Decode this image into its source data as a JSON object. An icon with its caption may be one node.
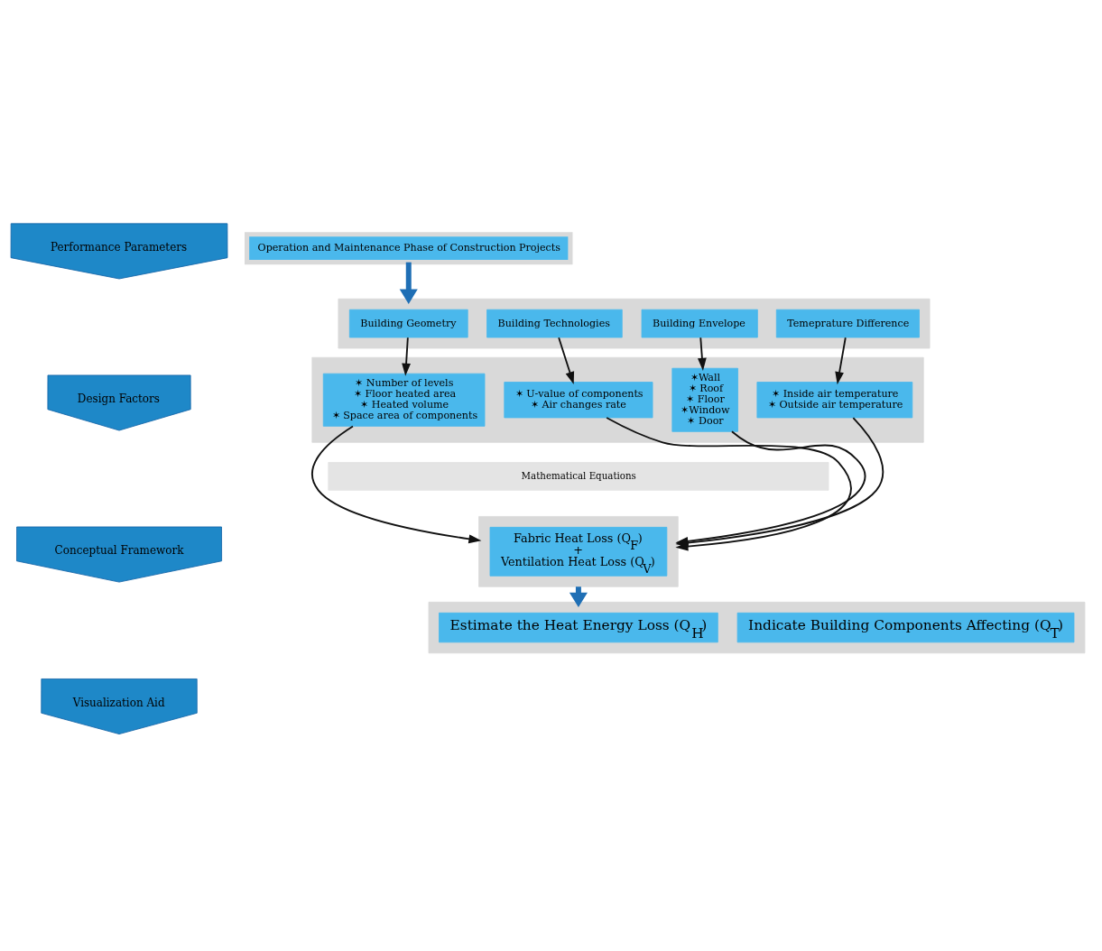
{
  "diagram": {
    "nodes": [
      {
        "text": [
          "Operation and Maintenance Phase of Construction Projects"
        ]
      },
      {
        "text": [],
        "shape": "box"
      },
      {
        "text": [
          "Building Geometry"
        ],
        "in": 1
      },
      {
        "text": [
          "Building Technologies"
        ],
        "in": 1
      },
      {
        "text": [
          "Building Envelope"
        ],
        "in": 1
      },
      {
        "text": [
          "Temeprature Difference"
        ],
        "in": 1
      },
      {
        "text": [],
        "shape": "box"
      },
      {
        "text": [
          "✶ Number of levels",
          "✶ Floor heated area",
          "✶ Heated volume",
          "✶ Space area of components"
        ],
        "in": 6
      },
      {
        "text": [
          "✶ U-value of components",
          "✶ Air changes rate"
        ],
        "in": 6
      },
      {
        "text": [
          "✶Wall",
          "✶ Roof",
          "✶ Floor",
          "✶Window",
          "✶ Door"
        ],
        "in": 6
      },
      {
        "text": [
          "✶ Inside air temperature",
          "✶ Outside air temperature"
        ],
        "in": 6
      },
      {
        "text": [
          "Mathematical Equations"
        ]
      },
      {
        "text": [],
        "shape": "box"
      },
      {
        "text": [
          "Fabric Heat Loss (Q$_{F}$)",
          "+",
          "Ventilation Heat Loss (Q$_{V}$)"
        ],
        "in": 12
      },
      {
        "text": [],
        "shape": "box"
      },
      {
        "text": [
          "Estimate the Heat Energy Loss (Q$_{H}$)"
        ],
        "in": 14
      },
      {
        "text": [
          "Indicate Building Components Affecting (Q$_{T}$)"
        ],
        "in": 14
      },
      {
        "text": [
          "Performance Parameters"
        ]
      },
      {
        "text": [
          "Design Factors"
        ]
      },
      {
        "text": [
          "Conceptual Framework"
        ]
      },
      {
        "text": [
          "Visualization Aid"
        ]
      }
    ],
    "edges": [
      {
        "from": 0,
        "to": 1,
        "arrow": "to",
        "style": "thick",
        "color": "#1f6fb5"
      },
      {
        "from": 2,
        "to": 7,
        "arrow": "to"
      },
      {
        "from": 3,
        "to": 8,
        "arrow": "to"
      },
      {
        "from": 4,
        "to": 9,
        "arrow": "to"
      },
      {
        "from": 5,
        "to": 10,
        "arrow": "to"
      },
      {
        "from": 7,
        "to": 12,
        "arrow": "to"
      },
      {
        "from": 8,
        "to": 12,
        "arrow": "to"
      },
      {
        "from": 9,
        "to": 12,
        "arrow": "to"
      },
      {
        "from": 10,
        "to": 12,
        "arrow": "to"
      },
      {
        "from": 12,
        "to": 14,
        "arrow": "to",
        "style": "thick",
        "color": "#1f6fb5"
      }
    ]
  }
}
